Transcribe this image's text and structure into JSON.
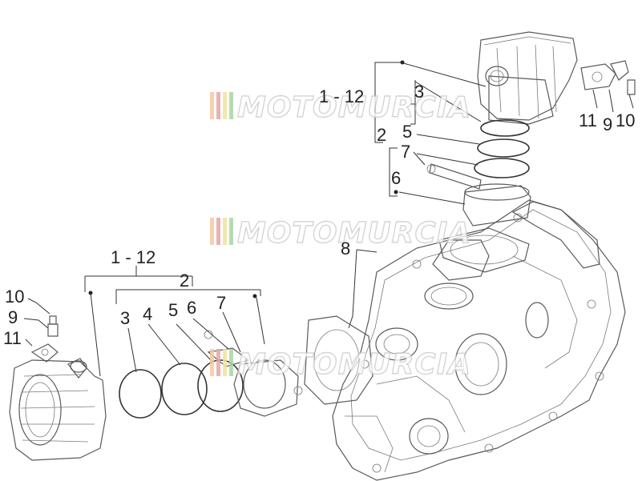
{
  "diagram": {
    "watermark": {
      "text": "MOTOMURCIA",
      "stripe_colors": [
        "#f4c9a0",
        "#e8a5a5",
        "#f2e49b",
        "#a9d6a4"
      ]
    },
    "callouts": {
      "top_1_12": "1 - 12",
      "top_2": "2",
      "top_3": "3",
      "top_5": "5",
      "top_7": "7",
      "top_6": "6",
      "top_8": "8",
      "top_11": "11",
      "top_9": "9",
      "top_10": "10",
      "left_1_12": "1 - 12",
      "left_2": "2",
      "left_3": "3",
      "left_4": "4",
      "left_5": "5",
      "left_6": "6",
      "left_7": "7",
      "left_10": "10",
      "left_9": "9",
      "left_11": "11"
    }
  }
}
